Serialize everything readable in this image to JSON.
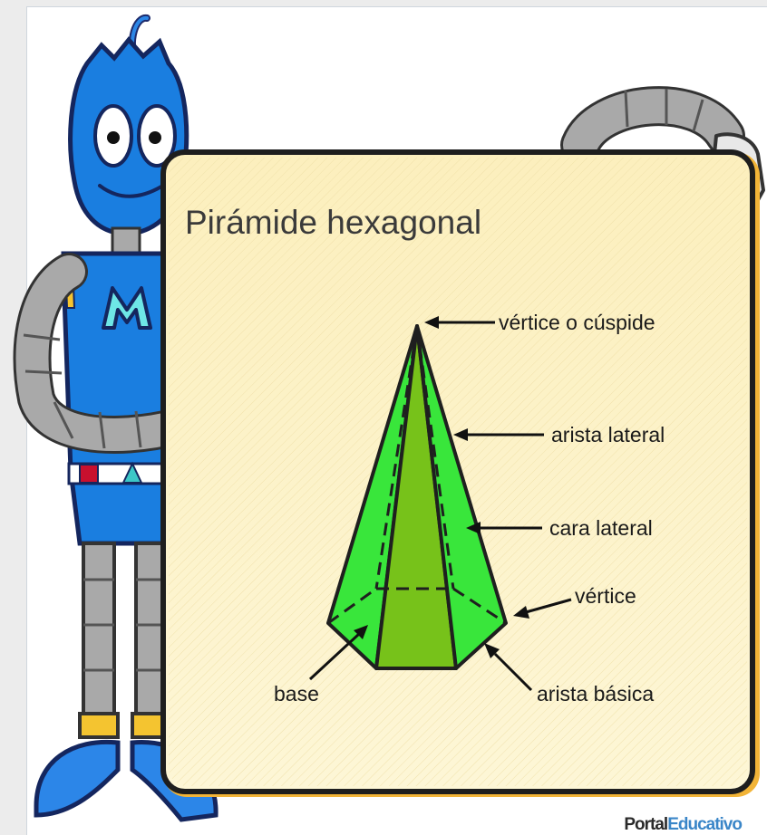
{
  "diagram": {
    "title": "Pirámide hexagonal",
    "labels": {
      "apex": "vértice o cúspide",
      "lateral_edge": "arista lateral",
      "lateral_face": "cara lateral",
      "vertex": "vértice",
      "base": "base",
      "base_edge": "arista básica"
    }
  },
  "logo": {
    "part1": "Portal",
    "part2": "Educativo"
  },
  "colors": {
    "board_fill": "#fbf1c6",
    "board_border": "#1e1e1e",
    "board_accent": "#f2b437",
    "pyramid_light": "#39e63b",
    "pyramid_dark": "#77c21a",
    "robot_blue": "#1a7ee0",
    "robot_gray": "#a9a9a9"
  }
}
